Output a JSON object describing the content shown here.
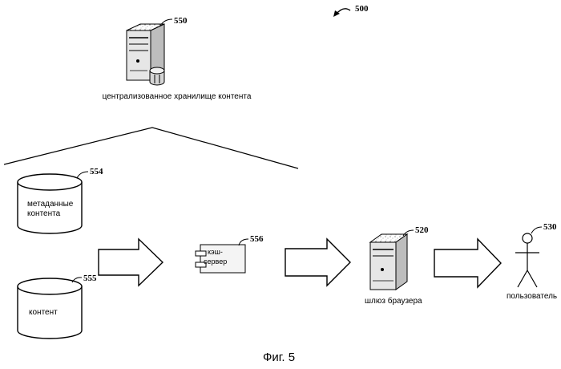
{
  "figure": {
    "ref": "500",
    "caption": "Фиг. 5"
  },
  "central_storage": {
    "ref": "550",
    "label": "централизованное хранилище контента",
    "icon": "server-with-database-icon"
  },
  "metadata_db": {
    "ref": "554",
    "label_line1": "метаданные",
    "label_line2": "контента",
    "icon": "database-cylinder-icon"
  },
  "content_db": {
    "ref": "555",
    "label": "контент",
    "icon": "database-cylinder-icon"
  },
  "cache_server": {
    "ref": "556",
    "label_line1": "кэш-",
    "label_line2": "сервер",
    "icon": "component-icon"
  },
  "browser_gateway": {
    "ref": "520",
    "label": "шлюз браузера",
    "icon": "server-tower-icon"
  },
  "user": {
    "ref": "530",
    "label": "пользователь",
    "icon": "stick-figure-icon"
  }
}
